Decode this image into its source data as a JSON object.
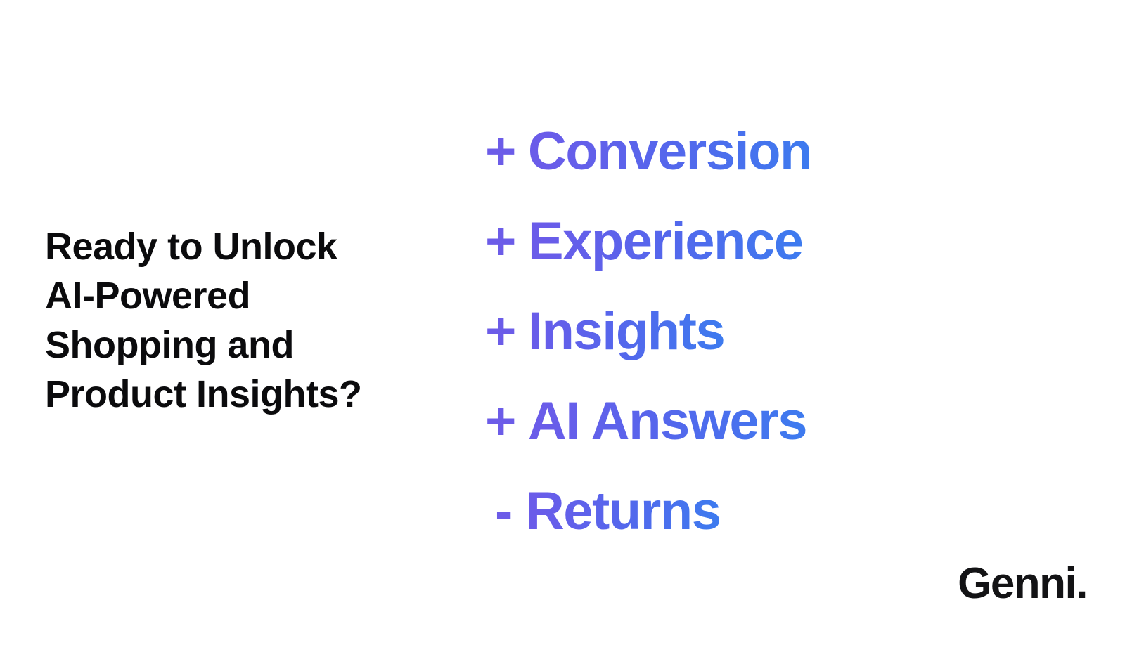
{
  "slide": {
    "background_color": "#ffffff",
    "headline": "Ready to Unlock\nAI-Powered\nShopping and\nProduct Insights?",
    "headline_color": "#0b0b0d"
  },
  "benefits": {
    "gradient_start_color": "#6c5ce8",
    "gradient_end_color": "#3d7bef",
    "items": [
      {
        "sign": "+",
        "label": "Conversion",
        "polarity": "positive"
      },
      {
        "sign": "+",
        "label": "Experience",
        "polarity": "positive"
      },
      {
        "sign": "+",
        "label": "Insights",
        "polarity": "positive"
      },
      {
        "sign": "+",
        "label": "AI Answers",
        "polarity": "positive"
      },
      {
        "sign": "-",
        "label": "Returns",
        "polarity": "negative"
      }
    ]
  },
  "brand": {
    "name": "Genni.",
    "color": "#131315"
  }
}
